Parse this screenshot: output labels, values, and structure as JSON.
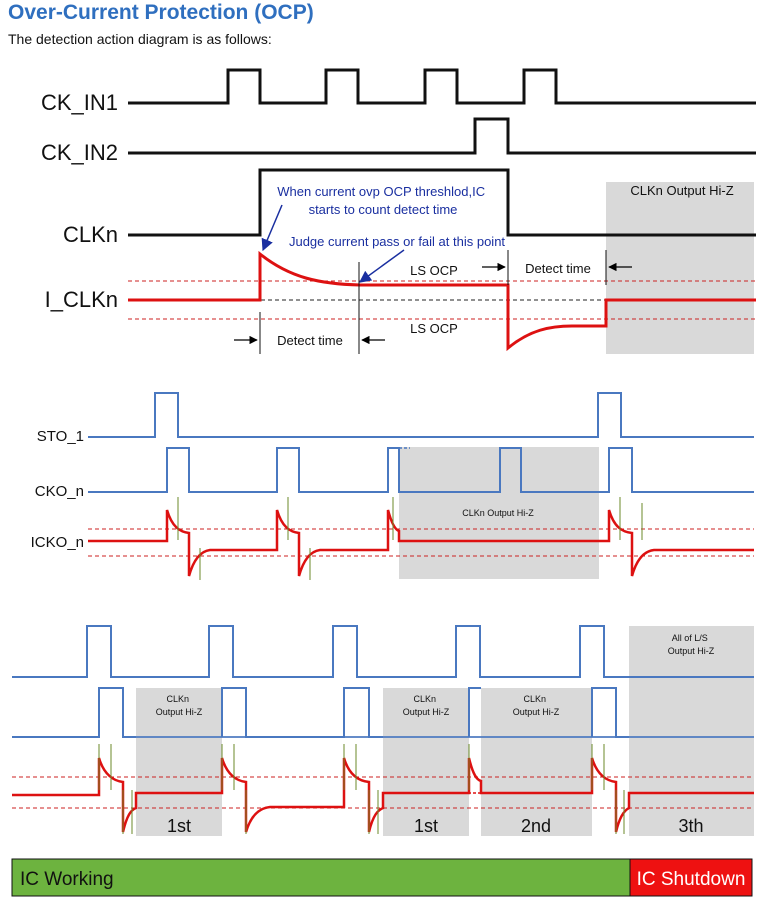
{
  "title": "Over-Current Protection (OCP)",
  "subtitle": "The detection action diagram is as follows:",
  "section1": {
    "signals": {
      "ck_in1": "CK_IN1",
      "ck_in2": "CK_IN2",
      "clkn": "CLKn",
      "i_clkn": "I_CLKn"
    },
    "note_count": [
      "When current ovp OCP threshlod,IC",
      "starts to count detect time"
    ],
    "note_judge": "Judge current pass or fail at this point",
    "ls_ocp_upper": "LS OCP",
    "ls_ocp_lower": "LS OCP",
    "detect_time_right": "Detect time",
    "detect_time_left": "Detect time",
    "hiz": "CLKn Output Hi-Z"
  },
  "section2": {
    "signals": {
      "sto": "STO_1",
      "cko": "CKO_n",
      "icko": "ICKO_n"
    },
    "hiz": "CLKn  Output Hi-Z"
  },
  "section3": {
    "hiz_1": [
      "CLKn",
      "Output Hi-Z"
    ],
    "hiz_2": [
      "CLKn",
      "Output Hi-Z"
    ],
    "hiz_3": [
      "CLKn",
      "Output Hi-Z"
    ],
    "hiz_all": [
      "All of L/S",
      "Output Hi-Z"
    ],
    "counts": [
      "1st",
      "1st",
      "2nd",
      "3th"
    ]
  },
  "status_bar": {
    "working": "IC Working",
    "shutdown": "IC Shutdown"
  },
  "colors": {
    "signal_blue": "#4a78c0",
    "current_red": "#dd1111",
    "hiz_gray": "#d9d9d9",
    "working_green": "#6db33f",
    "shutdown_red": "#ee1111",
    "note_blue": "#1a2fa0"
  }
}
